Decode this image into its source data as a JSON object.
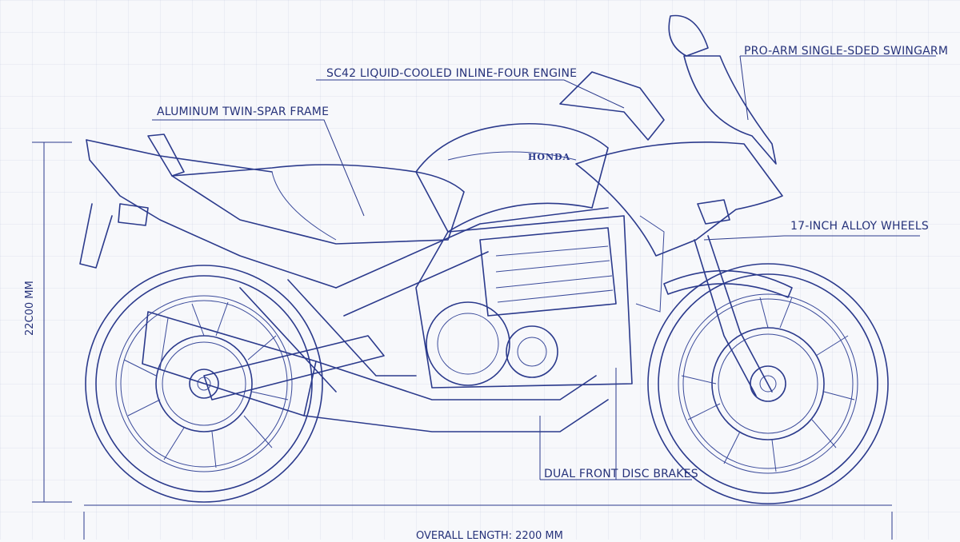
{
  "labels": {
    "engine": "SC42 LIQUID-COOLED INLINE-FOUR ENGINE",
    "frame": "ALUMINUM TWIN-SPAR FRAME",
    "swingarm": "PRO-ARM SINGLE-SDED SWINGARM",
    "wheels": "17-INCH ALLOY WHEELS",
    "brakes": "DUAL FRONT DISC BRAKES"
  },
  "brand": "HONDA",
  "dimensions": {
    "height": "22C00 MM",
    "length": "OVERALL LENGTH: 2200 MM"
  },
  "colors": {
    "ink": "#2b3a8c",
    "paper": "#f7f8fb"
  }
}
